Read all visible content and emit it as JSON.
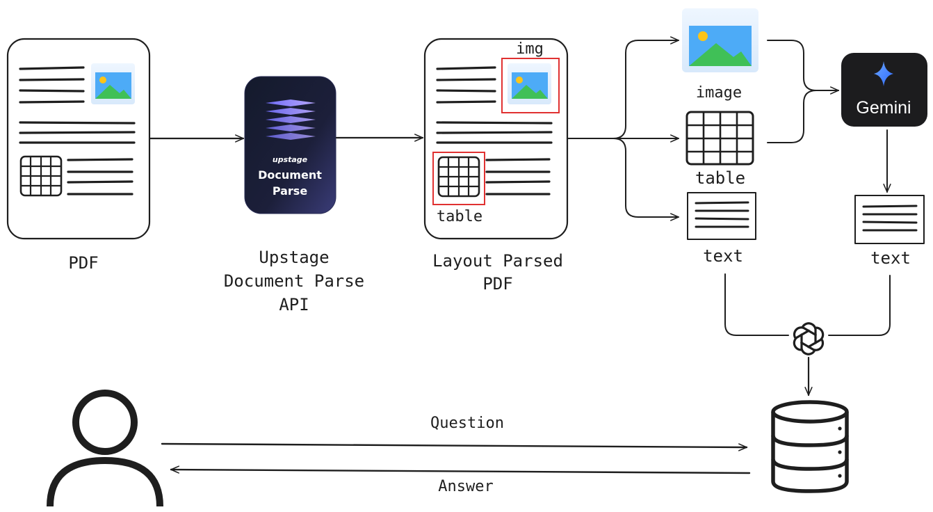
{
  "labels": {
    "pdf": "PDF",
    "upstage_line1": "Upstage",
    "upstage_line2": "Document Parse",
    "upstage_line3": "API",
    "layout_line1": "Layout Parsed",
    "layout_line2": "PDF",
    "img_tag": "img",
    "table_tag": "table",
    "image_out": "image",
    "table_out": "table",
    "text_out": "text",
    "text_gemini": "text",
    "question": "Question",
    "answer": "Answer"
  },
  "upstage_logo": {
    "brand": "upstage",
    "line1": "Document",
    "line2": "Parse"
  },
  "gemini_logo": {
    "name": "Gemini"
  },
  "icons": {
    "pdf": "document-icon",
    "api": "upstage-document-parse-logo",
    "llm": "openai-icon",
    "store": "database-icon",
    "user": "user-icon"
  },
  "colors": {
    "highlight": "#e03131",
    "ink": "#1e1e1e",
    "sky": "#4dabf7",
    "sun": "#fcc419",
    "mountain": "#40c057",
    "logo_bg": "#1a1b2e",
    "gemini_bg": "#1c1c1e"
  }
}
